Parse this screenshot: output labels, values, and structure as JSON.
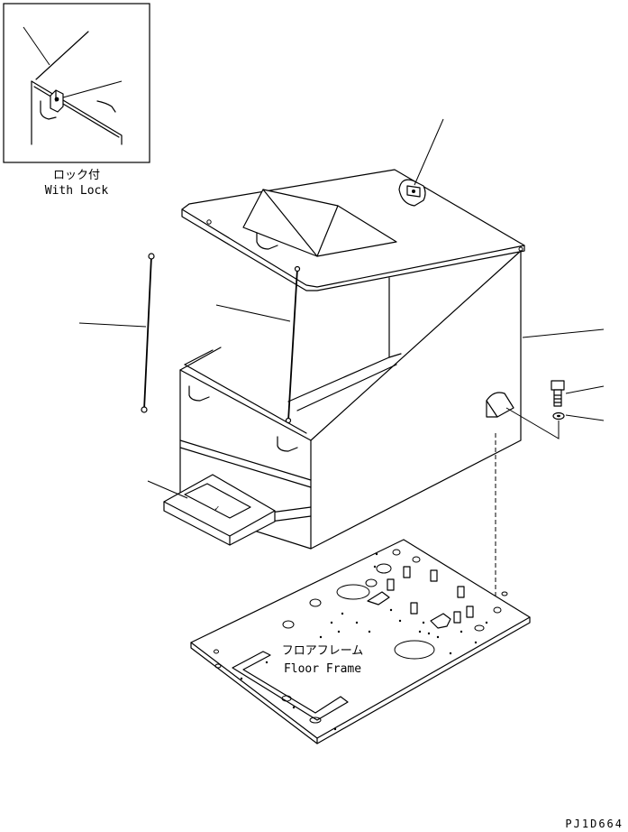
{
  "inset": {
    "label_jp": "ロック付",
    "label_en": "With Lock"
  },
  "floor_frame": {
    "label_jp": "フロアフレーム",
    "label_en": "Floor Frame"
  },
  "drawing_code": "PJ1D664"
}
